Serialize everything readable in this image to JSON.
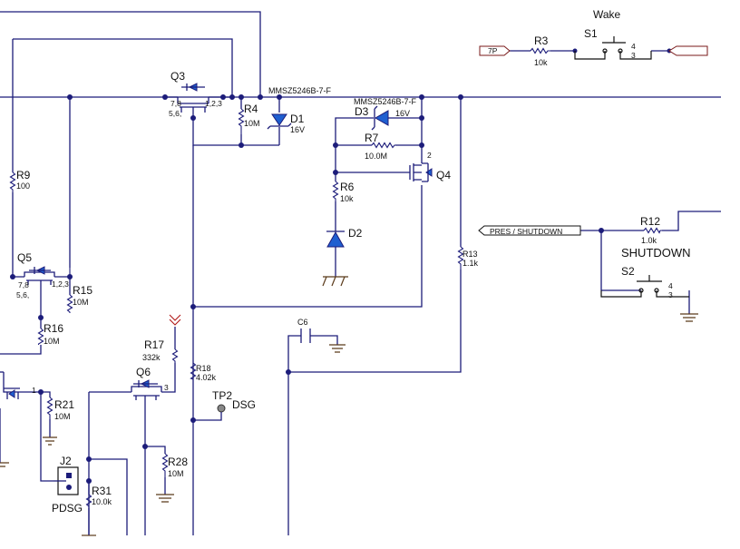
{
  "refdes": {
    "q3": "Q3",
    "q4": "Q4",
    "q5": "Q5",
    "q6": "Q6",
    "d1": "D1",
    "d2": "D2",
    "d3": "D3",
    "r3": "R3",
    "r4": "R4",
    "r6": "R6",
    "r7": "R7",
    "r9": "R9",
    "r12": "R12",
    "r13": "R13",
    "r15": "R15",
    "r16": "R16",
    "r17": "R17",
    "r18": "R18",
    "r21": "R21",
    "r28": "R28",
    "r31": "R31",
    "c6": "C6",
    "j2": "J2",
    "tp2": "TP2",
    "s1": "S1",
    "s2": "S2"
  },
  "values": {
    "r3": "10k",
    "r4": "10M",
    "r6": "10k",
    "r7": "10.0M",
    "r9": "100",
    "r12": "1.0k",
    "r13": "1.1k",
    "r15": "10M",
    "r16": "10M",
    "r17": "332k",
    "r18": "4.02k",
    "r21": "10M",
    "r28": "10M",
    "r31": "10.0k",
    "d1": "16V",
    "d3": "16V",
    "d1_part": "MMSZ5246B-7-F",
    "d3_part": "MMSZ5246B-7-F"
  },
  "pins": {
    "q3_left": "7,8",
    "q3_left2": "5,6,",
    "q3_right": "1,2,3",
    "q5_left": "7,8",
    "q5_left2": "5,6,",
    "q5_right": "1,2,3",
    "q4_pin": "2",
    "q6_pin": "3",
    "q_left_pin": "1",
    "s1_pin_a": "4",
    "s1_pin_b": "3",
    "s2_pin_a": "4",
    "s2_pin_b": "3"
  },
  "labels": {
    "wake": "Wake",
    "shutdown": "SHUTDOWN",
    "dsg": "DSG",
    "pdsg": "PDSG",
    "port_7p": "7P",
    "port_pres_shutdown": "PRES / SHUTDOWN"
  }
}
